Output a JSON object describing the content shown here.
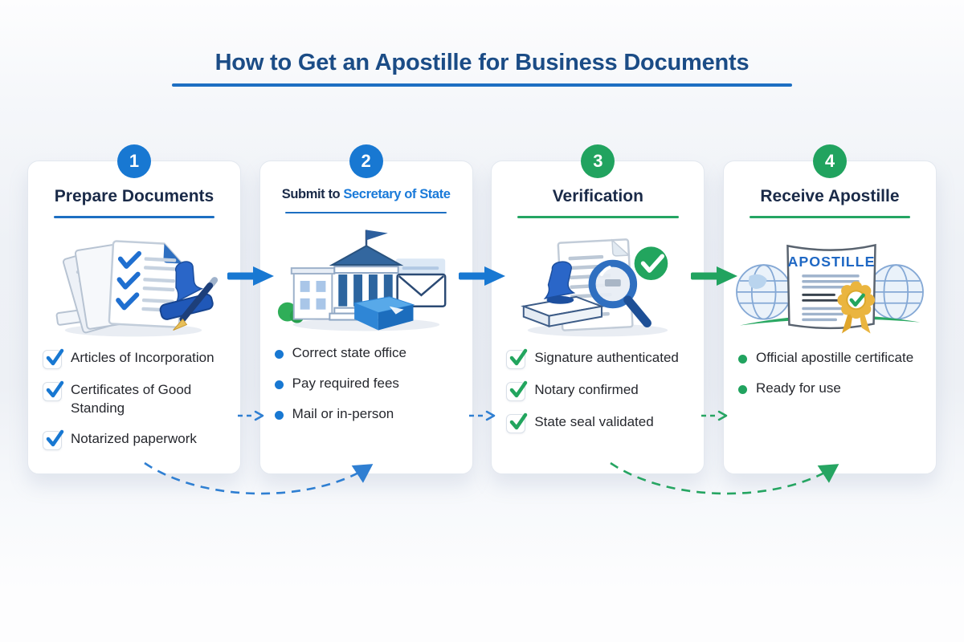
{
  "page": {
    "title": "How to Get an Apostille for Business Documents"
  },
  "colors": {
    "title_navy": "#1b4c86",
    "accent_blue": "#1878d2",
    "accent_green": "#21a35f",
    "highlight_blue": "#1a7ad9",
    "card_title_navy": "#1a2a48",
    "list_text": "#26282e"
  },
  "steps": [
    {
      "number": "1",
      "title": "Prepare Documents",
      "accent": "#1878d2",
      "bullet_style": "checkbox-blue",
      "illustration": "documents-checklist-stamp-pen",
      "items": [
        "Articles of Incorporation",
        "Certificates of Good Standing",
        "Notarized paperwork"
      ]
    },
    {
      "number": "2",
      "title_prefix": "Submit to ",
      "title_highlight": "Secretary of State",
      "accent": "#1878d2",
      "bullet_style": "dot-blue",
      "illustration": "government-building-envelope-package",
      "items": [
        "Correct state office",
        "Pay required fees",
        "Mail or in-person"
      ]
    },
    {
      "number": "3",
      "title": "Verification",
      "accent": "#21a35f",
      "bullet_style": "checkbox-green",
      "illustration": "document-magnifier-stamp-check",
      "items": [
        "Signature authenticated",
        "Notary confirmed",
        "State seal validated"
      ]
    },
    {
      "number": "4",
      "title": "Receive Apostille",
      "accent": "#21a35f",
      "bullet_style": "dot-green",
      "illustration": "apostille-certificate-globe-ribbon",
      "illustration_label": "APOSTILLE",
      "items": [
        "Official apostille certificate",
        "Ready for use"
      ]
    }
  ]
}
